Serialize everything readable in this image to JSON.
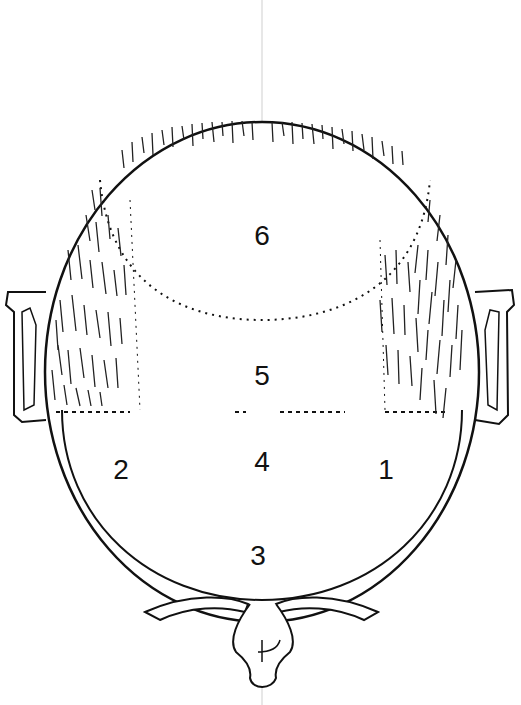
{
  "diagram": {
    "labels": [
      "6",
      "5",
      "2",
      "4",
      "1",
      "3"
    ]
  }
}
